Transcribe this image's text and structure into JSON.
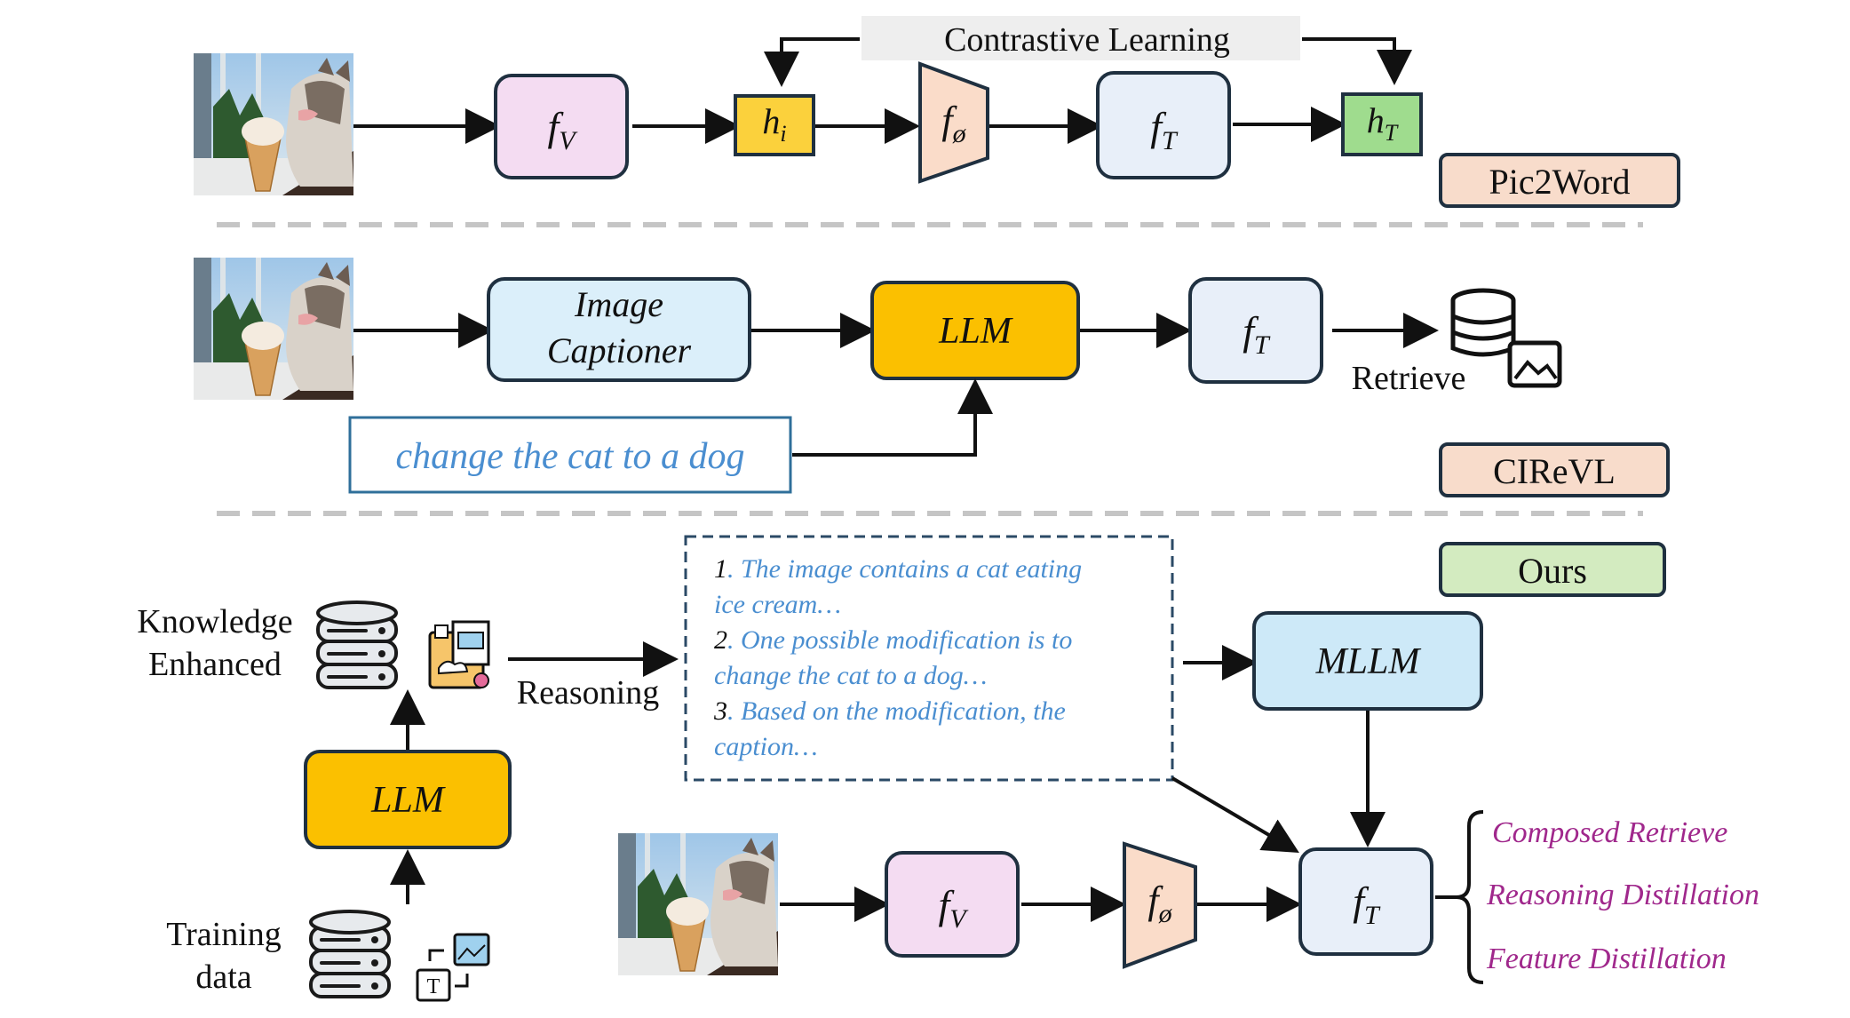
{
  "pic2word": {
    "title_bar": "Contrastive Learning",
    "tag": "Pic2Word",
    "tag_color": "#f8dccb"
  },
  "cirevl": {
    "captioner_line1": "Image",
    "captioner_line2": "Captioner",
    "llm": "LLM",
    "retrieve": "Retrieve",
    "instruction": "change the cat to a dog",
    "tag": "CIReVL",
    "tag_color": "#f8dccb"
  },
  "ours": {
    "tag": "Ours",
    "tag_color": "#d3ebc0",
    "knowledge_line1": "Knowledge",
    "knowledge_line2": "Enhanced",
    "reasoning": "Reasoning",
    "llm": "LLM",
    "training_line1": "Training",
    "training_line2": "data",
    "mllm": "MLLM",
    "reasoning_steps": [
      {
        "num": "1",
        "line1": ". The image contains a cat eating",
        "line2": "ice cream…"
      },
      {
        "num": "2",
        "line1": ". One possible modification is to",
        "line2": "change the cat to a dog…"
      },
      {
        "num": "3",
        "line1": ". Based on the modification, the",
        "line2": "caption…"
      }
    ],
    "outputs": [
      "Composed Retrieve",
      "Reasoning Distillation",
      "Feature Distillation"
    ]
  },
  "colors": {
    "fv_fill": "#f4dcf2",
    "ft_fill": "#e8eff9",
    "fphi_fill": "#fadcc9",
    "hi_fill": "#fbd13c",
    "ht_fill": "#9fdc8e",
    "llm_fill": "#fbc000",
    "captioner_fill": "#dbeffa",
    "mllm_fill": "#cde9f8",
    "border": "#1f3040",
    "instruction_text": "#4a8ed0",
    "output_text": "#a0288c"
  },
  "icons": [
    "cat-photo",
    "database-icon",
    "image-icon",
    "folder-icon",
    "text-image-icon"
  ]
}
